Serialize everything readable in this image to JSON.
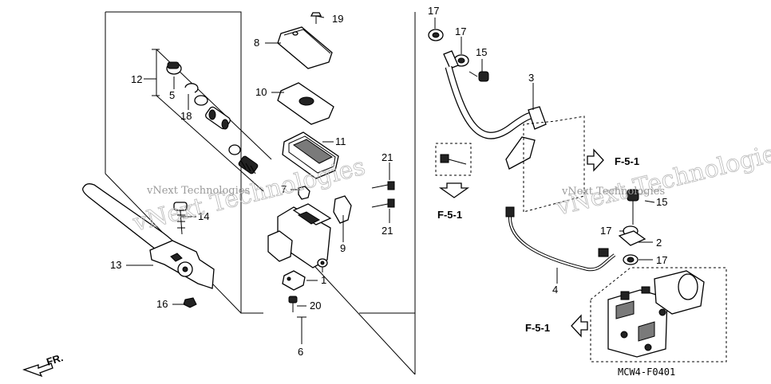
{
  "diagram_code": "MCW4-F0401",
  "front_label": "FR.",
  "watermark": {
    "line1": "vNext Technologies",
    "line2": "vNext Technologies"
  },
  "refs": {
    "ref_top_left": "F-5-1",
    "ref_top_right": "F-5-1",
    "ref_bottom": "F-5-1"
  },
  "callouts": {
    "c1": "1",
    "c2": "2",
    "c3": "3",
    "c4": "4",
    "c5": "5",
    "c6": "6",
    "c7": "7",
    "c8": "8",
    "c9": "9",
    "c10": "10",
    "c11": "11",
    "c12": "12",
    "c13": "13",
    "c14": "14",
    "c15a": "15",
    "c15b": "15",
    "c16": "16",
    "c17a": "17",
    "c17b": "17",
    "c17c": "17",
    "c17d": "17",
    "c18": "18",
    "c19": "19",
    "c20": "20",
    "c21a": "21",
    "c21b": "21"
  }
}
